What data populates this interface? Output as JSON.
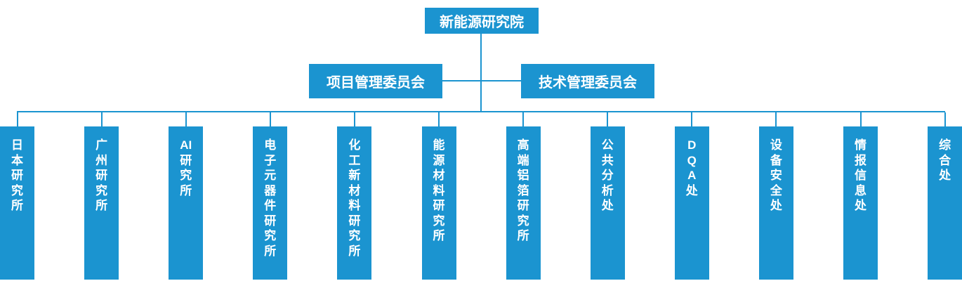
{
  "org_chart": {
    "root": {
      "label": "新能源研究院"
    },
    "committees": [
      {
        "label": "项目管理委员会"
      },
      {
        "label": "技术管理委员会"
      }
    ],
    "departments": [
      {
        "label": "日本研究所",
        "lines": [
          "日",
          "本",
          "研",
          "究",
          "所"
        ]
      },
      {
        "label": "广州研究所",
        "lines": [
          "广",
          "州",
          "研",
          "究",
          "所"
        ]
      },
      {
        "label": "AI研究所",
        "lines": [
          "AI",
          "研",
          "究",
          "所"
        ]
      },
      {
        "label": "电子元器件研究所",
        "lines": [
          "电",
          "子",
          "元",
          "器",
          "件",
          "研",
          "究",
          "所"
        ]
      },
      {
        "label": "化工新材料研究所",
        "lines": [
          "化",
          "工",
          "新",
          "材",
          "料",
          "研",
          "究",
          "所"
        ]
      },
      {
        "label": "能源材料研究所",
        "lines": [
          "能",
          "源",
          "材",
          "料",
          "研",
          "究",
          "所"
        ]
      },
      {
        "label": "高端铝箔研究所",
        "lines": [
          "高",
          "端",
          "铝",
          "箔",
          "研",
          "究",
          "所"
        ]
      },
      {
        "label": "公共分析处",
        "lines": [
          "公",
          "共",
          "分",
          "析",
          "处"
        ]
      },
      {
        "label": "DQA处",
        "lines": [
          "D",
          "Q",
          "A",
          "处"
        ]
      },
      {
        "label": "设备安全处",
        "lines": [
          "设",
          "备",
          "安",
          "全",
          "处"
        ]
      },
      {
        "label": "情报信息处",
        "lines": [
          "情",
          "报",
          "信",
          "息",
          "处"
        ]
      },
      {
        "label": "综合处",
        "lines": [
          "综",
          "合",
          "处"
        ]
      }
    ],
    "colors": {
      "node_fill": "#1b94d0",
      "node_text": "#ffffff",
      "connector": "#1b94d0",
      "background": "#ffffff"
    }
  }
}
